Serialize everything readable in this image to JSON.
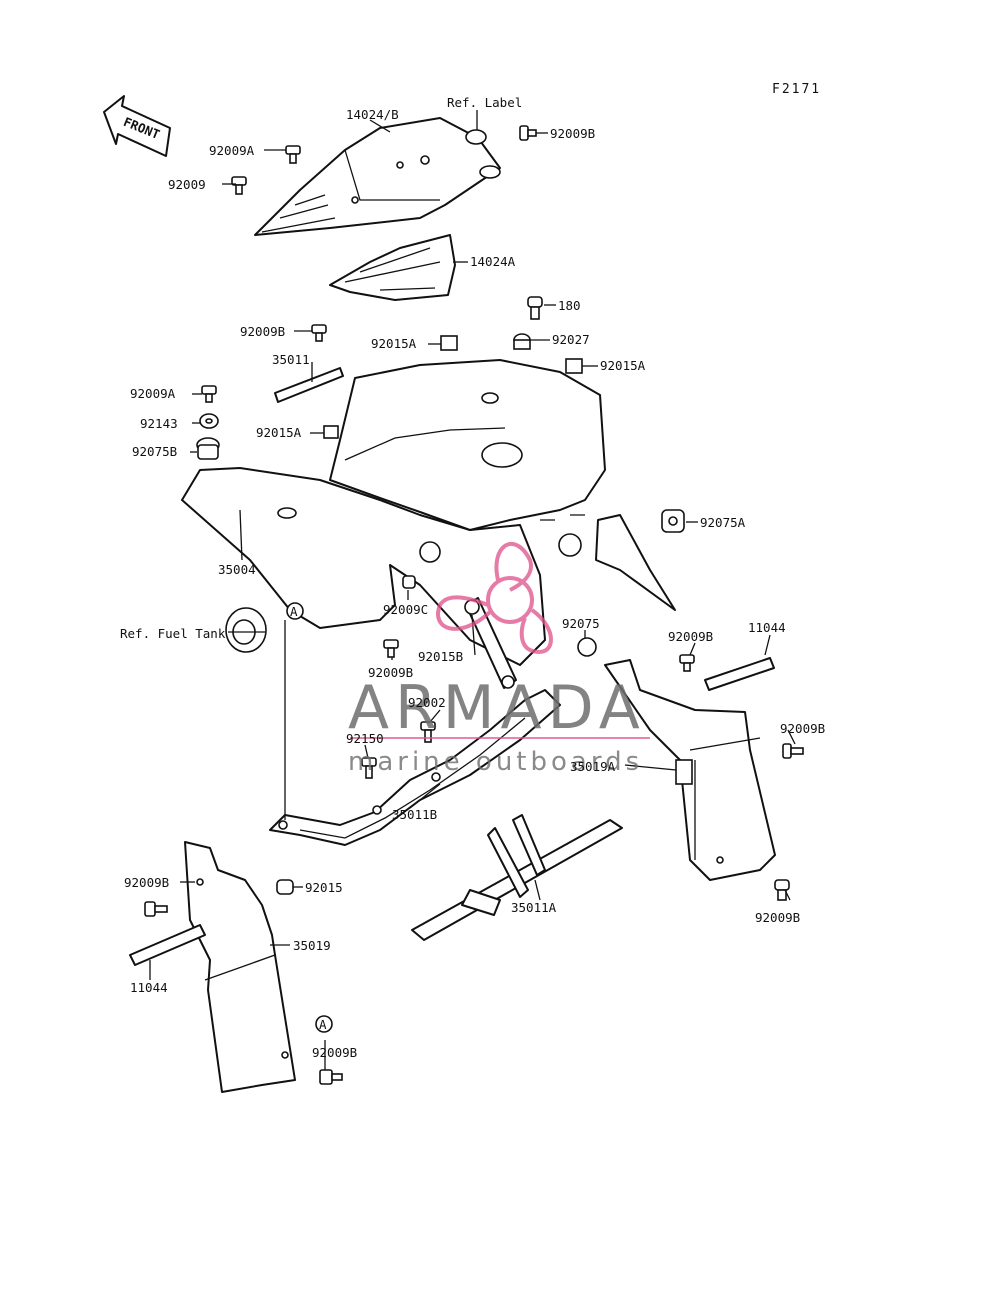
{
  "figure_id": "F2171",
  "front_arrow": "FRONT",
  "watermark": {
    "brand": "ARMADA",
    "tagline": "marine outboards",
    "accent": "#e0508a",
    "text_color": "#6e6e6e"
  },
  "labels": {
    "p14024b": "14024/B",
    "ref_label": "Ref. Label",
    "p92009b_top": "92009B",
    "p92009a_top": "92009A",
    "p92009_top": "92009",
    "p14024a": "14024A",
    "p180": "180",
    "p92027": "92027",
    "p92009b_mid": "92009B",
    "p92015a_1": "92015A",
    "p92015a_2": "92015A",
    "p35011": "35011",
    "p92009a_mid": "92009A",
    "p92143": "92143",
    "p92015a_3": "92015A",
    "p92075b": "92075B",
    "p92075a": "92075A",
    "p35004": "35004",
    "p92009c": "92009C",
    "circle_a_1": "A",
    "ref_fuel_tank": "Ref. Fuel Tank",
    "p92075": "92075",
    "p92009b_r1": "92009B",
    "p11044_r": "11044",
    "p92015b": "92015B",
    "p92009b_c": "92009B",
    "p92002": "92002",
    "p92009b_r2": "92009B",
    "p92150": "92150",
    "p35019a": "35019A",
    "p35011b": "35011B",
    "p92015": "92015",
    "p92009b_l1": "92009B",
    "p35011a": "35011A",
    "p92009b_r3": "92009B",
    "p35019": "35019",
    "p11044_l": "11044",
    "circle_a_2": "A",
    "p92009b_l2": "92009B"
  }
}
